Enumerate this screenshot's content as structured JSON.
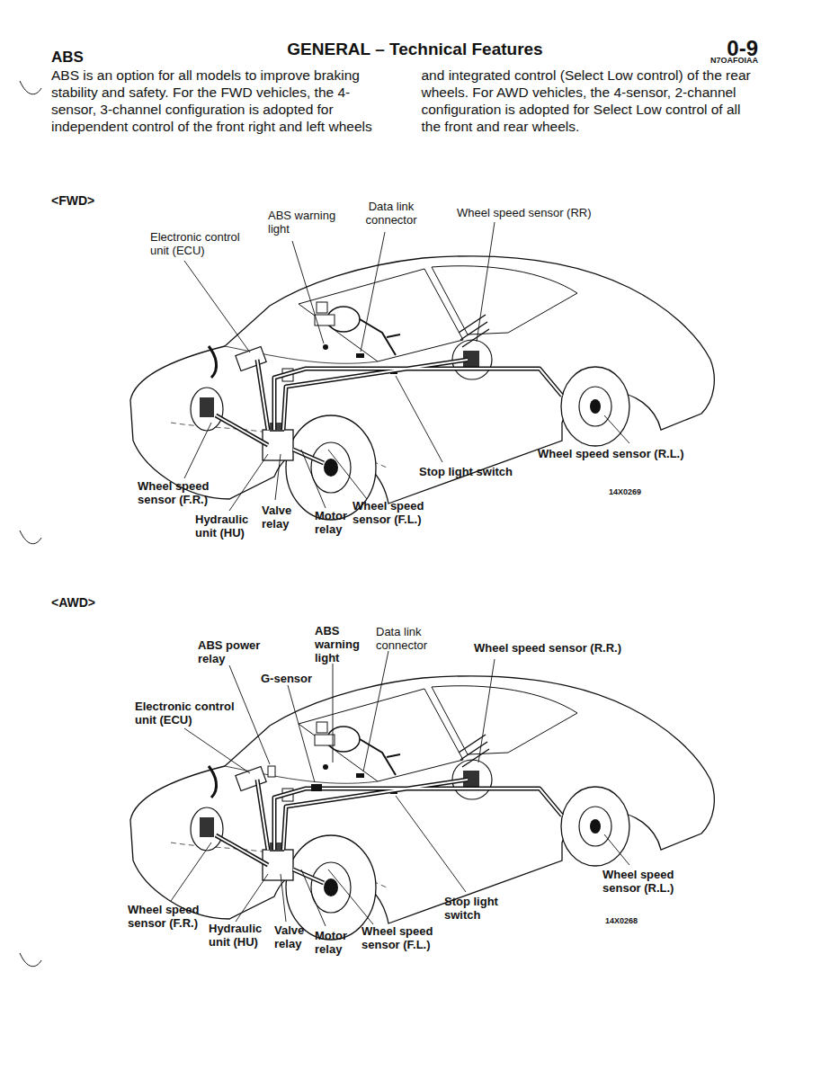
{
  "diagram": {
    "title": "GENERAL – Technical Features",
    "labels": [
      "0-9",
      "ABS",
      "N7OAFOIAA",
      "ABS is an option for all models to improve braking stability and safety. For the FWD vehicles, the 4-sensor, 3-channel configuration is adopted for independent control of the front right and left wheels and integrated control (Select Low control) of the rear wheels. For AWD vehicles, the 4-sensor, 2-channel configuration is adopted for Select Low control of all the front and rear wheels.",
      "<FWD>",
      "ABS warning light",
      "Data link connector",
      "Wheel speed sensor (RR)",
      "Electronic control unit (ECU)",
      "Wheel speed sensor (R.L.)",
      "Stop light switch",
      "Wheel speed sensor (F.R.)",
      "Hydraulic unit (HU)",
      "Valve relay",
      "Motor relay",
      "Wheel speed sensor (F.L.)",
      "14X0269",
      "<AWD>",
      "ABS power relay",
      "ABS warning light",
      "Data link connector",
      "Wheel speed sensor (R.R.)",
      "G-sensor",
      "Electronic control unit (ECU)",
      "Wheel speed sensor (R.L.)",
      "Stop light switch",
      "Wheel speed sensor (F.R.)",
      "Hydraulic unit (HU)",
      "Valve relay",
      "Motor relay",
      "Wheel speed sensor (F.L.)",
      "14X0268"
    ]
  }
}
